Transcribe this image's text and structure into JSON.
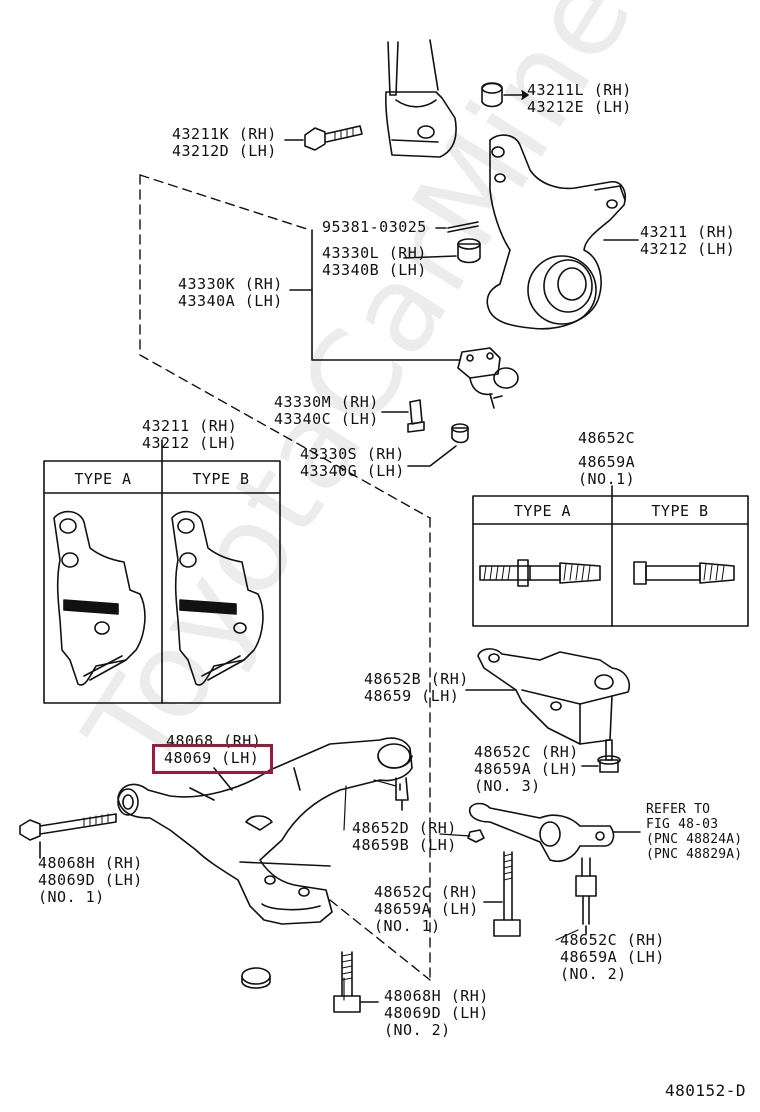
{
  "watermark": "ToyotaCarMine.ru",
  "diagram_code": "480152-D",
  "colors": {
    "highlight": "#9b1c3a",
    "ink": "#111111"
  },
  "labels": {
    "hub_nut": [
      "43211L (RH)",
      "43212E (LH)"
    ],
    "bolt_top": [
      "43211K (RH)",
      "43212D (LH)"
    ],
    "cotter_pin": "95381-03025",
    "castle_nut": [
      "43330L (RH)",
      "43340B (LH)"
    ],
    "ball_joint_assy": [
      "43330K (RH)",
      "43340A (LH)"
    ],
    "knuckle": [
      "43211 (RH)",
      "43212 (LH)"
    ],
    "ball_joint_bolt": [
      "43330M (RH)",
      "43340C (LH)"
    ],
    "ball_joint_nut": [
      "43330S (RH)",
      "43340G (LH)"
    ],
    "knuckle_detail": [
      "43211 (RH)",
      "43212 (LH)"
    ],
    "bolt_assy_top": [
      "48652C",
      "48659A",
      "(NO.1)"
    ],
    "bracket": [
      "48652B (RH)",
      "48659 (LH)"
    ],
    "arm_rh": "48068 (RH)",
    "arm_lh": "48069 (LH)",
    "bolt_no3": [
      "48652C (RH)",
      "48659A (LH)",
      "(NO. 3)"
    ],
    "refer": [
      "REFER TO",
      "FIG 48-03",
      "(PNC 48824A)",
      "(PNC 48829A)"
    ],
    "nut_48652D": [
      "48652D (RH)",
      "48659B (LH)"
    ],
    "bolt_no1_left": [
      "48068H (RH)",
      "48069D (LH)",
      "(NO. 1)"
    ],
    "bolt_no1_mid": [
      "48652C (RH)",
      "48659A (LH)",
      "(NO. 1)"
    ],
    "bolt_no2_right": [
      "48652C (RH)",
      "48659A (LH)",
      "(NO. 2)"
    ],
    "bolt_no2_bottom": [
      "48068H (RH)",
      "48069D (LH)",
      "(NO. 2)"
    ]
  },
  "type_boxes": {
    "left_headers": [
      "TYPE A",
      "TYPE B"
    ],
    "right_headers": [
      "TYPE A",
      "TYPE B"
    ]
  }
}
